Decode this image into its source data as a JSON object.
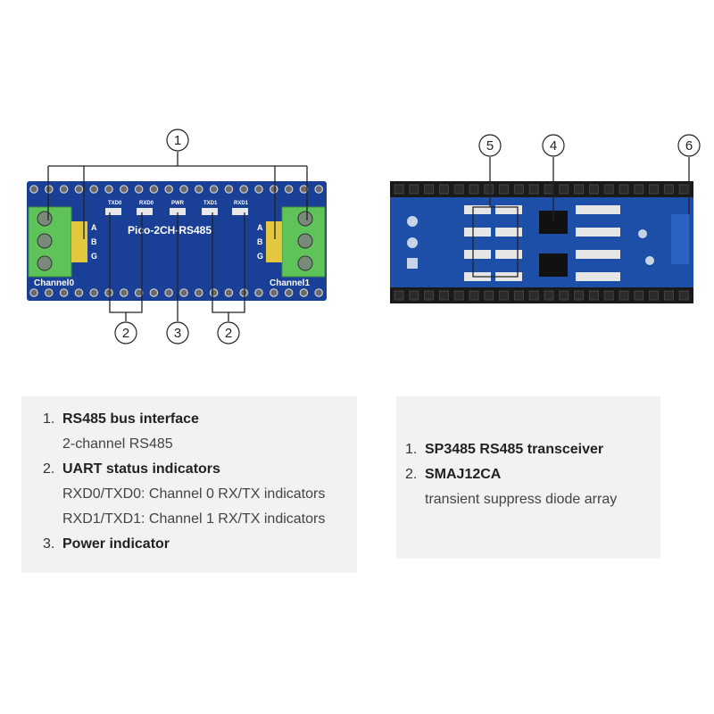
{
  "front_board": {
    "name": "Pico-2CH-RS485",
    "channel0": "Channel0",
    "channel1": "Channel1",
    "terminal_pins": [
      "A",
      "B",
      "G"
    ],
    "led_labels": [
      "TXD0",
      "RXD0",
      "PWR",
      "TXD1",
      "RXD1"
    ]
  },
  "callouts": {
    "c1": "1",
    "c2a": "2",
    "c3": "3",
    "c2b": "2",
    "c4": "4",
    "c5": "5",
    "c6": "6"
  },
  "legend_left": {
    "items": [
      {
        "number": "1.",
        "title": "RS485 bus interface",
        "details": [
          "2-channel RS485"
        ]
      },
      {
        "number": "2.",
        "title": "UART status indicators",
        "details": [
          "RXD0/TXD0: Channel 0 RX/TX indicators",
          "RXD1/TXD1: Channel 1 RX/TX indicators"
        ]
      },
      {
        "number": "3.",
        "title": "Power indicator",
        "details": []
      }
    ]
  },
  "legend_right": {
    "items": [
      {
        "number": "1.",
        "title": "SP3485 RS485 transceiver",
        "details": []
      },
      {
        "number": "2.",
        "title": "SMAJ12CA",
        "details": [
          "transient suppress diode array"
        ]
      }
    ]
  },
  "colors": {
    "pcb": "#1a3f96",
    "pcb_back": "#1d4fa8",
    "terminal_green": "#5ec45a",
    "header_black": "#1a1a1a"
  }
}
